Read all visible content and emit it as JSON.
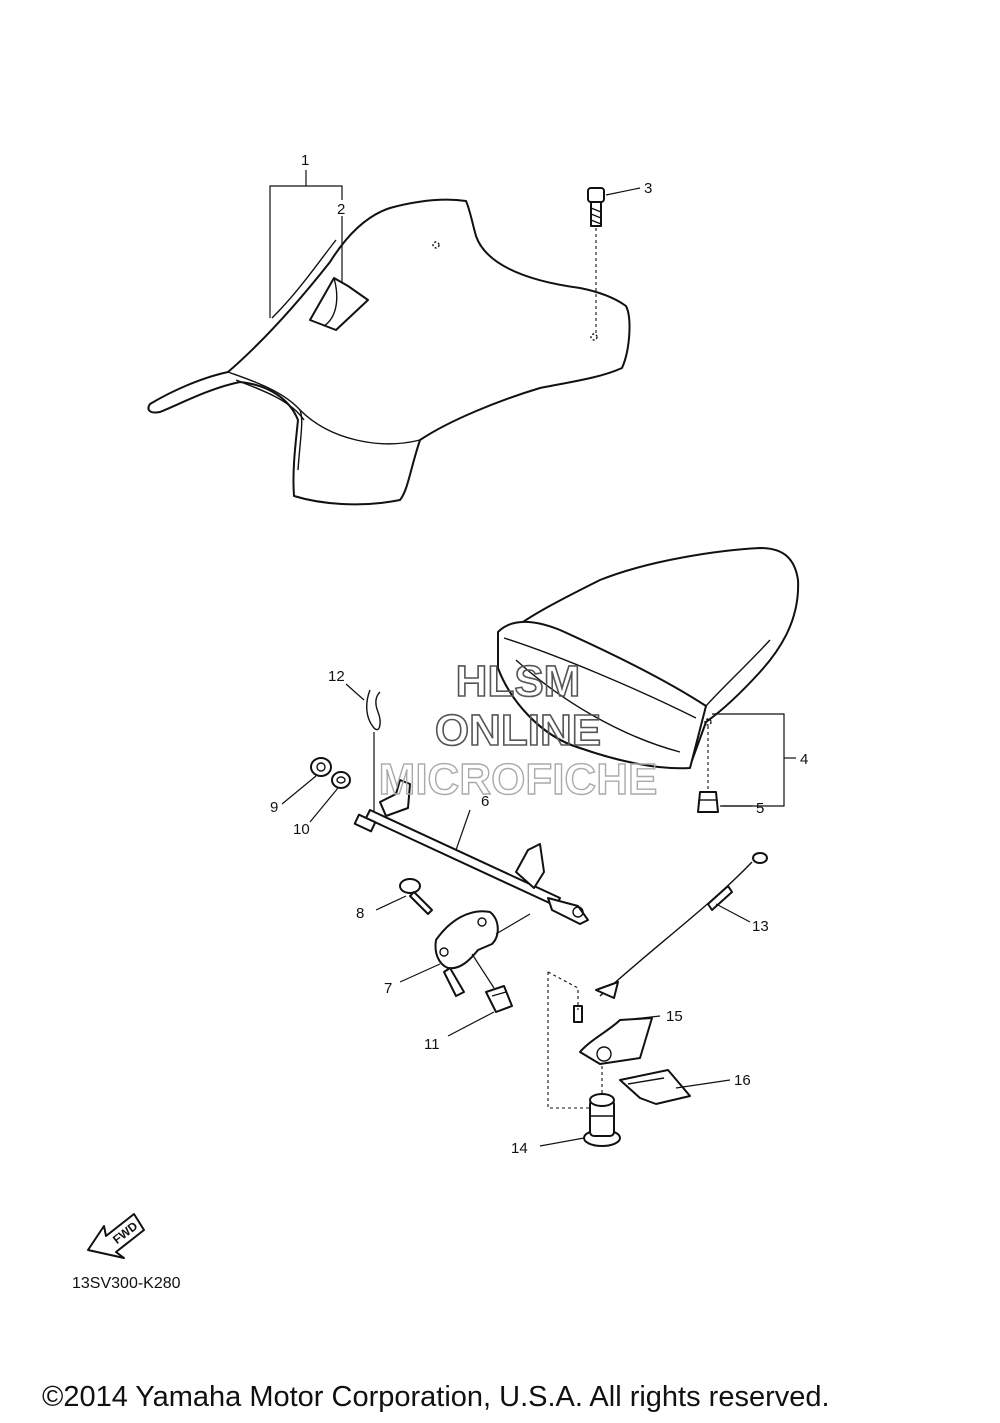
{
  "diagram": {
    "callouts": [
      "1",
      "2",
      "3",
      "4",
      "5",
      "6",
      "7",
      "8",
      "9",
      "10",
      "11",
      "12",
      "13",
      "14",
      "15",
      "16"
    ],
    "watermark": {
      "line1": "HLSM",
      "line2": "ONLINE",
      "line3": "MICROFICHE"
    },
    "fwd_label": "FWD",
    "diagram_code": "13SV300-K280",
    "copyright": "©2014 Yamaha Motor Corporation, U.S.A. All rights reserved."
  }
}
